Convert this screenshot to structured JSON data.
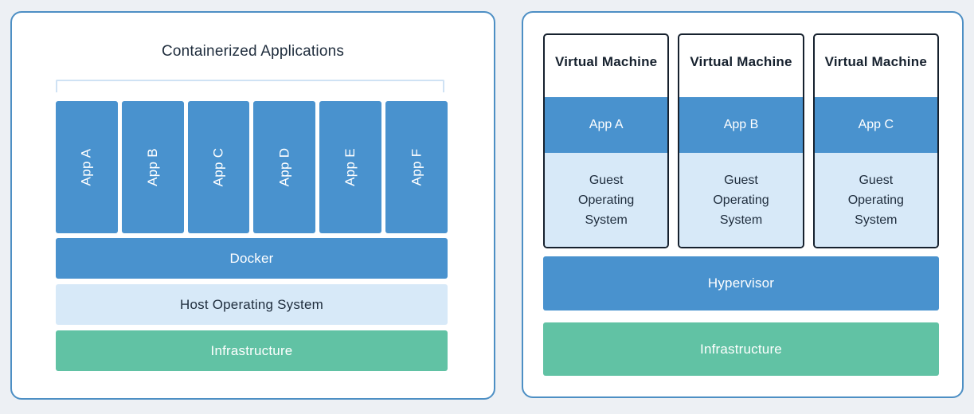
{
  "colors": {
    "accent_blue": "#4992ce",
    "light_blue": "#d7e9f8",
    "green": "#61c2a4",
    "panel_border_blue": "#4d8fc4",
    "bracket_blue": "#cfe2f4",
    "dark_navy_text": "#1f2d3d",
    "vm_box_border": "#16212e",
    "page_background": "#edf0f4"
  },
  "left_panel": {
    "title": "Containerized Applications",
    "apps": [
      "App A",
      "App B",
      "App C",
      "App D",
      "App E",
      "App F"
    ],
    "layers": [
      {
        "label": "Docker",
        "style": "blue"
      },
      {
        "label": "Host Operating System",
        "style": "lightblue"
      },
      {
        "label": "Infrastructure",
        "style": "green"
      }
    ]
  },
  "right_panel": {
    "vms": [
      {
        "title": "Virtual Machine",
        "app": "App A",
        "os": "Guest Operating System"
      },
      {
        "title": "Virtual Machine",
        "app": "App B",
        "os": "Guest Operating System"
      },
      {
        "title": "Virtual Machine",
        "app": "App C",
        "os": "Guest Operating System"
      }
    ],
    "layers": [
      {
        "label": "Hypervisor",
        "style": "blue"
      },
      {
        "label": "Infrastructure",
        "style": "green"
      }
    ]
  }
}
